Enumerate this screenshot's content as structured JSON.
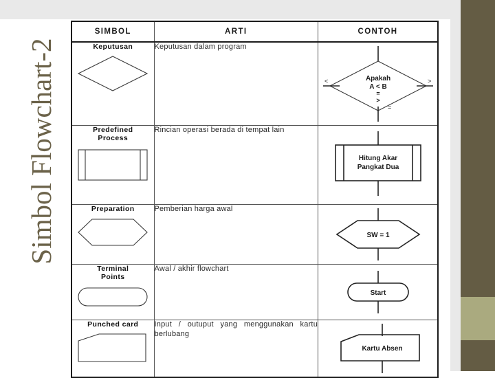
{
  "slide": {
    "title": "Simbol Flowchart-2",
    "title_color": "#6b6249",
    "accent_dark": "#645c44",
    "accent_light": "#aaaa7f",
    "band_gray": "#e9e9e9"
  },
  "table": {
    "headers": [
      "SIMBOL",
      "ARTI",
      "CONTOH"
    ],
    "rows": [
      {
        "symbol_name": "Keputusan",
        "symbol_shape": "decision-diamond",
        "meaning": "Keputusan dalam program",
        "example_shape": "decision-diamond",
        "example_text": "Apakah\nA  <  B",
        "example_labels": {
          "left": "<",
          "right": ">",
          "bottom": "=",
          "inner_op1": "=",
          "inner_op2": ">"
        }
      },
      {
        "symbol_name": "Predefined\nProcess",
        "symbol_shape": "predefined-process",
        "meaning": "Rincian  operasi  berada  di  tempat lain",
        "example_shape": "predefined-process",
        "example_text": "Hitung Akar\nPangkat Dua"
      },
      {
        "symbol_name": "Preparation",
        "symbol_shape": "preparation-hexagon",
        "meaning": "Pemberian harga awal",
        "example_shape": "preparation-hexagon",
        "example_text": "SW = 1"
      },
      {
        "symbol_name": "Terminal\nPoints",
        "symbol_shape": "terminator-rounded",
        "meaning": "Awal / akhir flowchart",
        "example_shape": "terminator-rounded",
        "example_text": "Start"
      },
      {
        "symbol_name": "Punched card",
        "symbol_shape": "punched-card",
        "meaning": "Input / outuput yang menggunakan kartu berlubang",
        "example_shape": "punched-card",
        "example_text": "Kartu Absen"
      }
    ]
  },
  "example_labels": {
    "r1_left": "<",
    "r1_right": ">",
    "r1_bottom": "=",
    "r1_line1": "Apakah",
    "r1_line2": "A  <  B",
    "r1_op1": "=",
    "r1_op2": ">",
    "r2_line1": "Hitung Akar",
    "r2_line2": "Pangkat Dua",
    "r3_text": "SW = 1",
    "r4_text": "Start",
    "r5_text": "Kartu Absen"
  },
  "symbol_names": {
    "r2_line1": "Predefined",
    "r2_line2": "Process",
    "r4_line1": "Terminal",
    "r4_line2": "Points"
  }
}
